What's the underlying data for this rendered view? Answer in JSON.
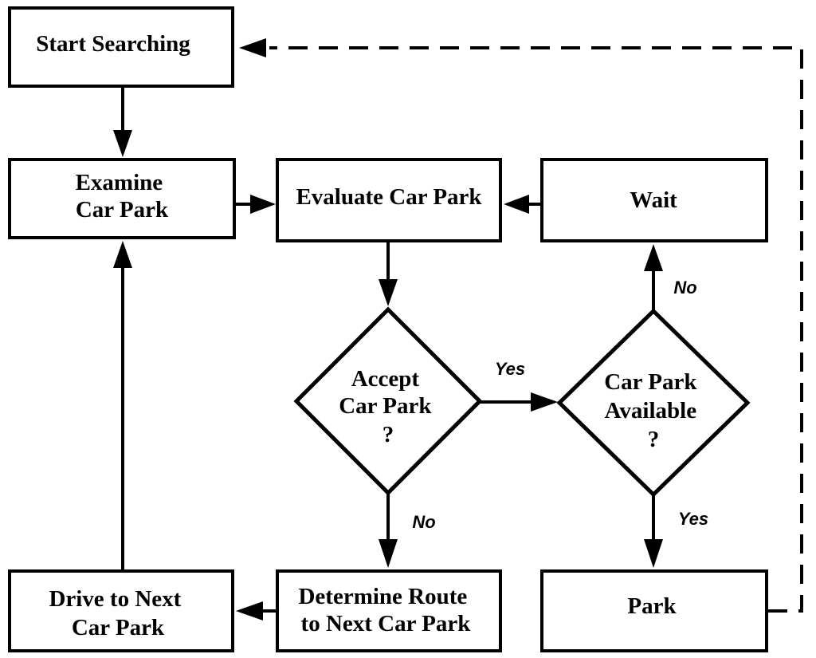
{
  "nodes": {
    "start": {
      "lines": [
        "Start Searching"
      ]
    },
    "examine": {
      "lines": [
        "Examine",
        "Car Park"
      ]
    },
    "evaluate": {
      "lines": [
        "Evaluate Car Park"
      ]
    },
    "wait": {
      "lines": [
        "Wait"
      ]
    },
    "accept": {
      "lines": [
        "Accept",
        "Car Park",
        "?"
      ]
    },
    "available": {
      "lines": [
        "Car Park",
        "Available",
        "?"
      ]
    },
    "drive": {
      "lines": [
        "Drive to Next",
        "Car Park"
      ]
    },
    "route": {
      "lines": [
        "Determine Route",
        "to Next Car Park"
      ]
    },
    "park": {
      "lines": [
        "Park"
      ]
    }
  },
  "edges": {
    "accept_yes": "Yes",
    "accept_no": "No",
    "available_no": "No",
    "available_yes": "Yes"
  }
}
